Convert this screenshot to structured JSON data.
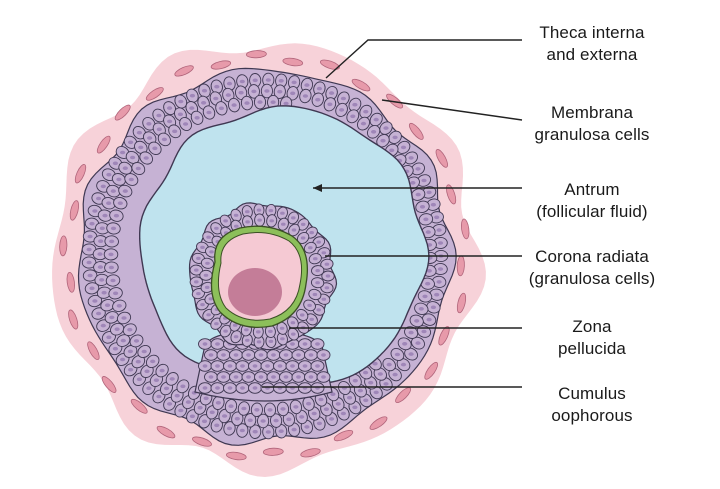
{
  "labels": {
    "theca": {
      "line1": "Theca interna",
      "line2": "and externa"
    },
    "membrana": {
      "line1": "Membrana",
      "line2": "granulosa cells"
    },
    "antrum": {
      "line1": "Antrum",
      "line2": "(follicular fluid)"
    },
    "corona": {
      "line1": "Corona radiata",
      "line2": "(granulosa cells)"
    },
    "zona": {
      "line1": "Zona",
      "line2": "pellucida"
    },
    "cumulus": {
      "line1": "Cumulus",
      "line2": "oophorous"
    }
  },
  "colors": {
    "theca": "#f7d2d9",
    "theca_cell": "#e79aaa",
    "granulosa_cell": "#c6b2d4",
    "granulosa_nucleus": "#9f86b8",
    "cell_outline": "#3f3852",
    "antrum": "#bfe3ee",
    "zona": "#8cbf5a",
    "oocyte": "#f5c9d3",
    "nucleus": "#c47d98",
    "leader": "#222222"
  }
}
